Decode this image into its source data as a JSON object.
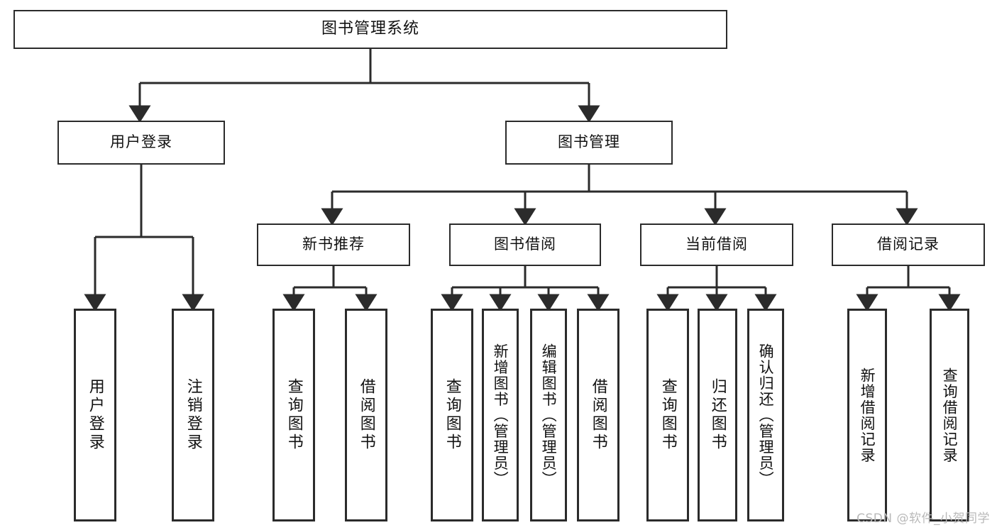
{
  "diagram": {
    "title": "图书管理系统",
    "type": "tree",
    "colors": {
      "box_border": "#2b2b2b",
      "box_fill": "#ffffff",
      "edge": "#2b2b2b",
      "background": "#ffffff",
      "watermark": "#b9b9b9"
    },
    "levels": {
      "root": {
        "label": "图书管理系统"
      },
      "level2": [
        {
          "label": "用户登录"
        },
        {
          "label": "图书管理"
        }
      ],
      "level3": [
        {
          "label": "新书推荐"
        },
        {
          "label": "图书借阅"
        },
        {
          "label": "当前借阅"
        },
        {
          "label": "借阅记录"
        }
      ],
      "level4": [
        {
          "label": "用户登录",
          "parent": "用户登录"
        },
        {
          "label": "注销登录",
          "parent": "用户登录"
        },
        {
          "label": "查询图书",
          "parent": "新书推荐"
        },
        {
          "label": "借阅图书",
          "parent": "新书推荐"
        },
        {
          "label": "查询图书",
          "parent": "图书借阅"
        },
        {
          "label": "新增图书（管理员）",
          "parent": "图书借阅"
        },
        {
          "label": "编辑图书（管理员）",
          "parent": "图书借阅"
        },
        {
          "label": "借阅图书",
          "parent": "图书借阅"
        },
        {
          "label": "查询图书",
          "parent": "当前借阅"
        },
        {
          "label": "归还图书",
          "parent": "当前借阅"
        },
        {
          "label": "确认归还（管理员）",
          "parent": "当前借阅"
        },
        {
          "label": "新增借阅记录",
          "parent": "借阅记录"
        },
        {
          "label": "查询借阅记录",
          "parent": "借阅记录"
        }
      ]
    }
  },
  "watermark": {
    "text": "CSDN @软件_小贺同学"
  }
}
